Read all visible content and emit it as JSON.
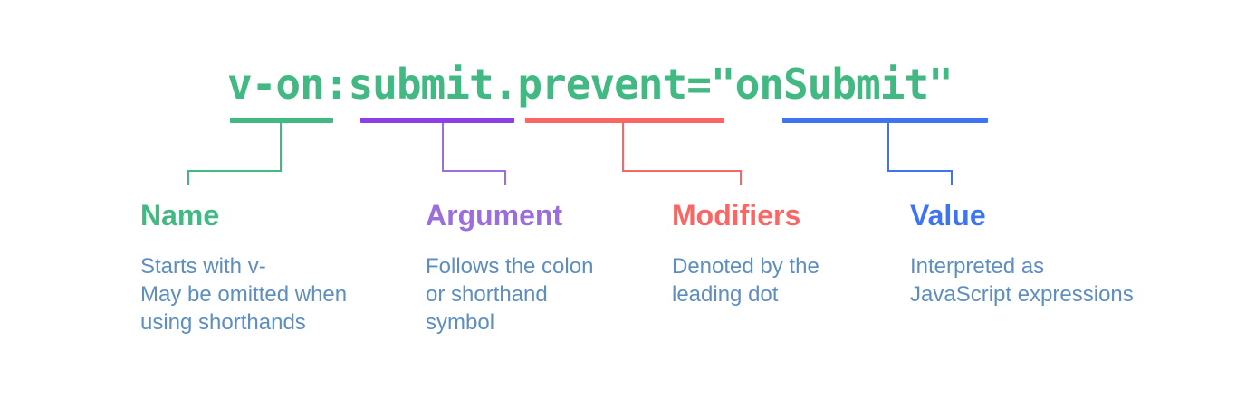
{
  "colors": {
    "background": "#ffffff",
    "code": "#42b883",
    "description": "#5d8ebf"
  },
  "code": {
    "text": "v-on:submit.prevent=\"onSubmit\""
  },
  "annotations": [
    {
      "id": "name",
      "segment": "v-on",
      "label": "Name",
      "bar_color": "#42b883",
      "line_color": "#42b883",
      "label_color": "#42b883",
      "description": [
        "Starts with v-",
        "May be omitted when",
        "using shorthands"
      ]
    },
    {
      "id": "argument",
      "segment": "submit",
      "label": "Argument",
      "bar_color": "#8a3fe8",
      "line_color": "#9b6fdb",
      "label_color": "#9b6fdb",
      "description": [
        "Follows the colon",
        "or shorthand",
        "symbol"
      ]
    },
    {
      "id": "modifiers",
      "segment": ".prevent",
      "label": "Modifiers",
      "bar_color": "#f96664",
      "line_color": "#f96664",
      "label_color": "#f96664",
      "description": [
        "Denoted by the",
        "leading dot"
      ]
    },
    {
      "id": "value",
      "segment": "onSubmit",
      "label": "Value",
      "bar_color": "#3e74f0",
      "line_color": "#3e74f0",
      "label_color": "#3e74f0",
      "description": [
        "Interpreted as",
        "JavaScript expressions"
      ]
    }
  ]
}
